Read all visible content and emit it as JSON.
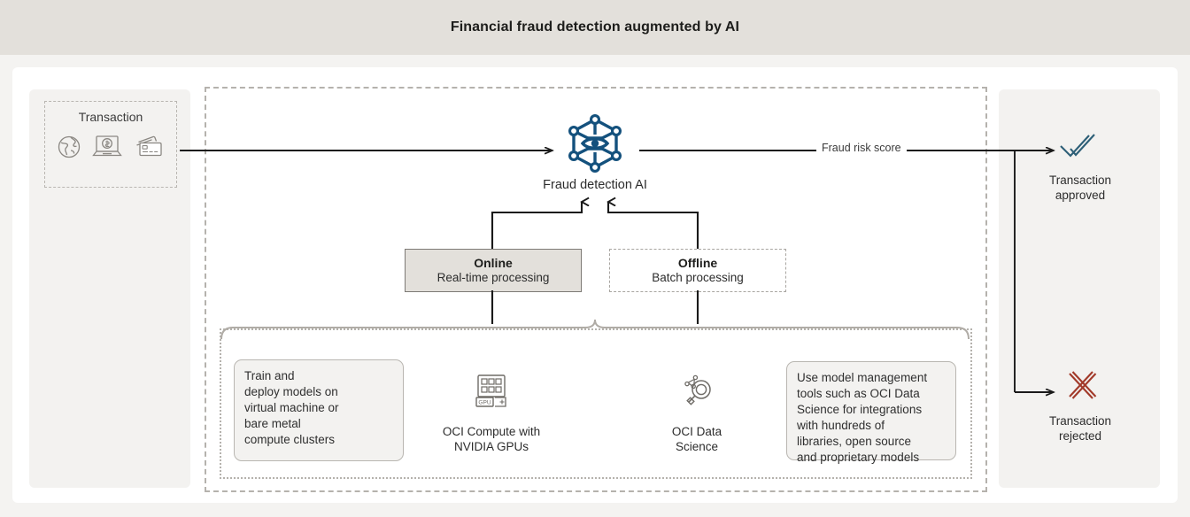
{
  "header": {
    "title": "Financial fraud detection augmented by AI"
  },
  "colors": {
    "header_bg": "#e3e0db",
    "page_bg": "#f4f3f1",
    "card_bg": "#ffffff",
    "panel_bg": "#f3f2f0",
    "ai_blue": "#14517d",
    "approved_blue": "#2d5f77",
    "rejected_red": "#a23a2a",
    "line": "#1a1a1a",
    "dashed_border": "#b5b2ad"
  },
  "left": {
    "box_label": "Transaction",
    "icons": [
      {
        "name": "globe-icon",
        "label": "globe"
      },
      {
        "name": "laptop-dollar-icon",
        "label": "laptop with dollar"
      },
      {
        "name": "credit-cards-icon",
        "label": "credit cards"
      }
    ]
  },
  "center": {
    "ai_icon_name": "fraud-detection-ai-icon",
    "ai_label": "Fraud detection AI",
    "risk_label": "Fraud risk score",
    "processing": [
      {
        "id": "online",
        "title": "Online",
        "subtitle": "Real-time processing",
        "style": "filled-solid"
      },
      {
        "id": "offline",
        "title": "Offline",
        "subtitle": "Batch processing",
        "style": "dashed"
      }
    ],
    "infrastructure": [
      {
        "id": "train-deploy-callout",
        "type": "callout",
        "text": "Train and\ndeploy models on\nvirtual machine or\nbare metal\ncompute clusters"
      },
      {
        "id": "oci-compute",
        "type": "icon",
        "icon_name": "gpu-chip-icon",
        "caption": "OCI Compute with\nNVIDIA GPUs",
        "chip_label": "GPU"
      },
      {
        "id": "oci-data-science",
        "type": "icon",
        "icon_name": "data-science-magnifier-icon",
        "caption": "OCI Data\nScience"
      },
      {
        "id": "model-management-callout",
        "type": "callout",
        "text": "Use model management\ntools such as OCI Data\nScience for integrations\nwith hundreds of\nlibraries, open source\nand proprietary models"
      }
    ]
  },
  "right": {
    "outcomes": [
      {
        "id": "approved",
        "icon_name": "double-check-icon",
        "label": "Transaction\napproved"
      },
      {
        "id": "rejected",
        "icon_name": "double-x-icon",
        "label": "Transaction\nrejected"
      }
    ]
  }
}
